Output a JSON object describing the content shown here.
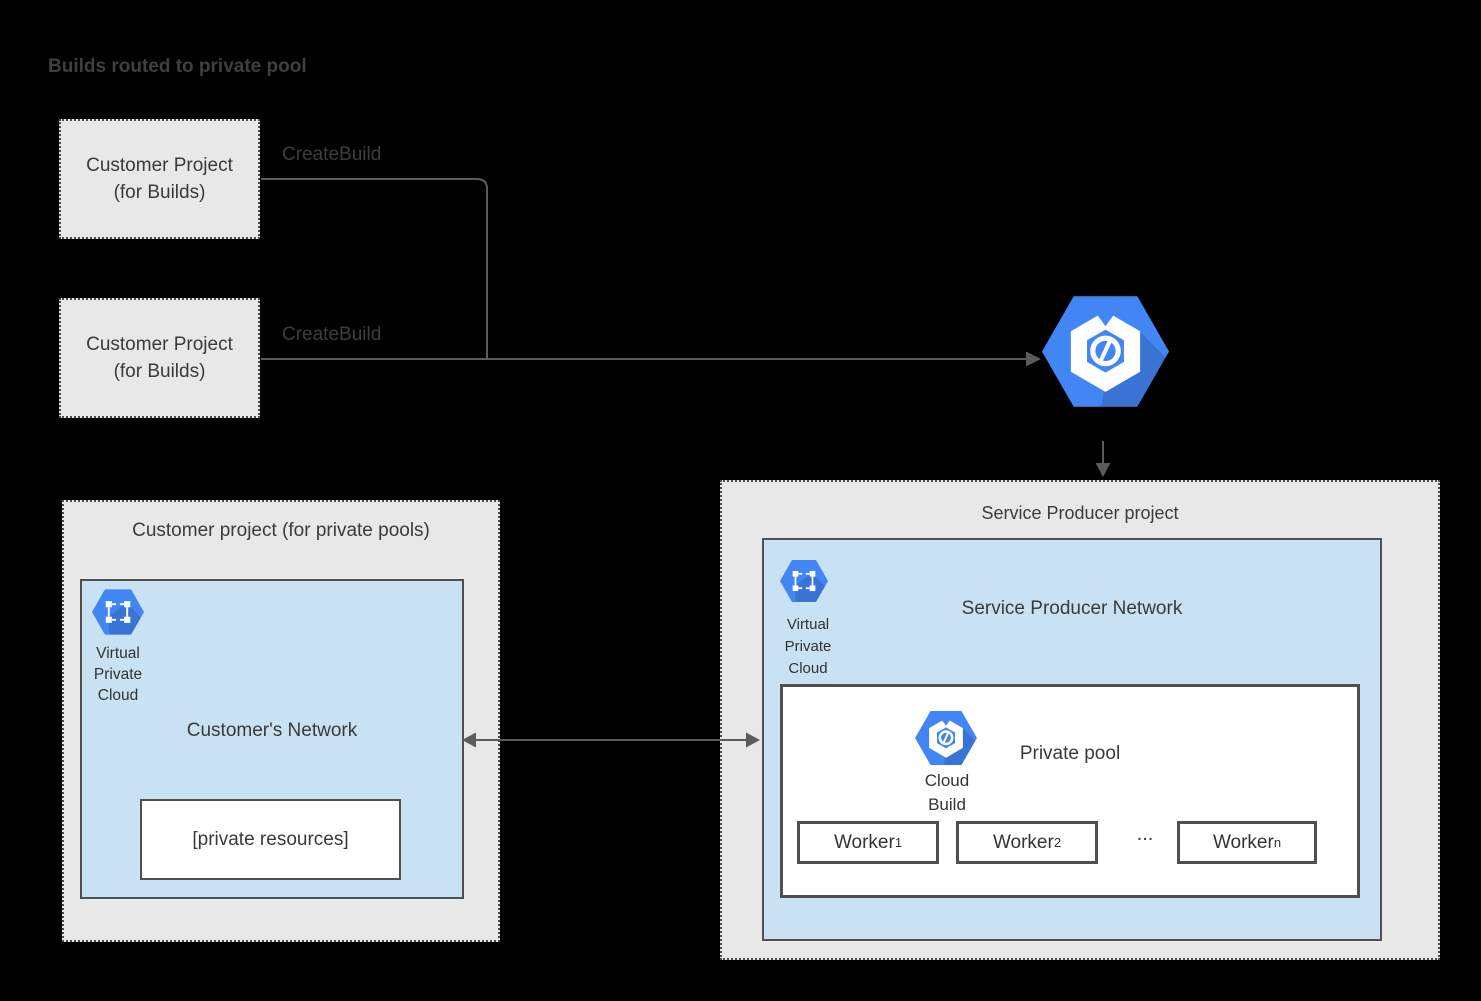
{
  "title": "Builds routed to private pool",
  "build_projects": [
    {
      "line1": "Customer Project",
      "line2": "(for Builds)",
      "action_label": "CreateBuild"
    },
    {
      "line1": "Customer Project",
      "line2": "(for Builds)",
      "action_label": "CreateBuild"
    }
  ],
  "service_producer_project": {
    "title": "Service Producer project",
    "network": {
      "title": "Service Producer Network",
      "vpc_label_line1": "Virtual",
      "vpc_label_line2": "Private",
      "vpc_label_line3": "Cloud",
      "private_pool": {
        "title": "Private pool",
        "icon_label_line1": "Cloud",
        "icon_label_line2": "Build",
        "workers": [
          {
            "name": "Worker",
            "subscript": "1"
          },
          {
            "name": "Worker",
            "subscript": "2"
          },
          {
            "name": "Worker",
            "subscript": "n"
          }
        ],
        "ellipsis": "..."
      }
    }
  },
  "customer_pool_project": {
    "title": "Customer project (for private pools)",
    "network": {
      "title": "Customer's Network",
      "vpc_label_line1": "Virtual",
      "vpc_label_line2": "Private",
      "vpc_label_line3": "Cloud",
      "private_resources_label": "[private resources]"
    }
  },
  "icons": {
    "cloud_build": "cloud-build-hexagon",
    "vpc": "virtual-private-cloud-hexagon"
  },
  "colors": {
    "background": "#000000",
    "project_box_fill": "#e8e8e8",
    "network_fill": "#c8e2f4",
    "white_box_fill": "#ffffff",
    "box_border": "#4f4f4f",
    "connector": "#5b5b5b",
    "icon_blue": "#4285f4",
    "text": "#3d3d3d"
  }
}
